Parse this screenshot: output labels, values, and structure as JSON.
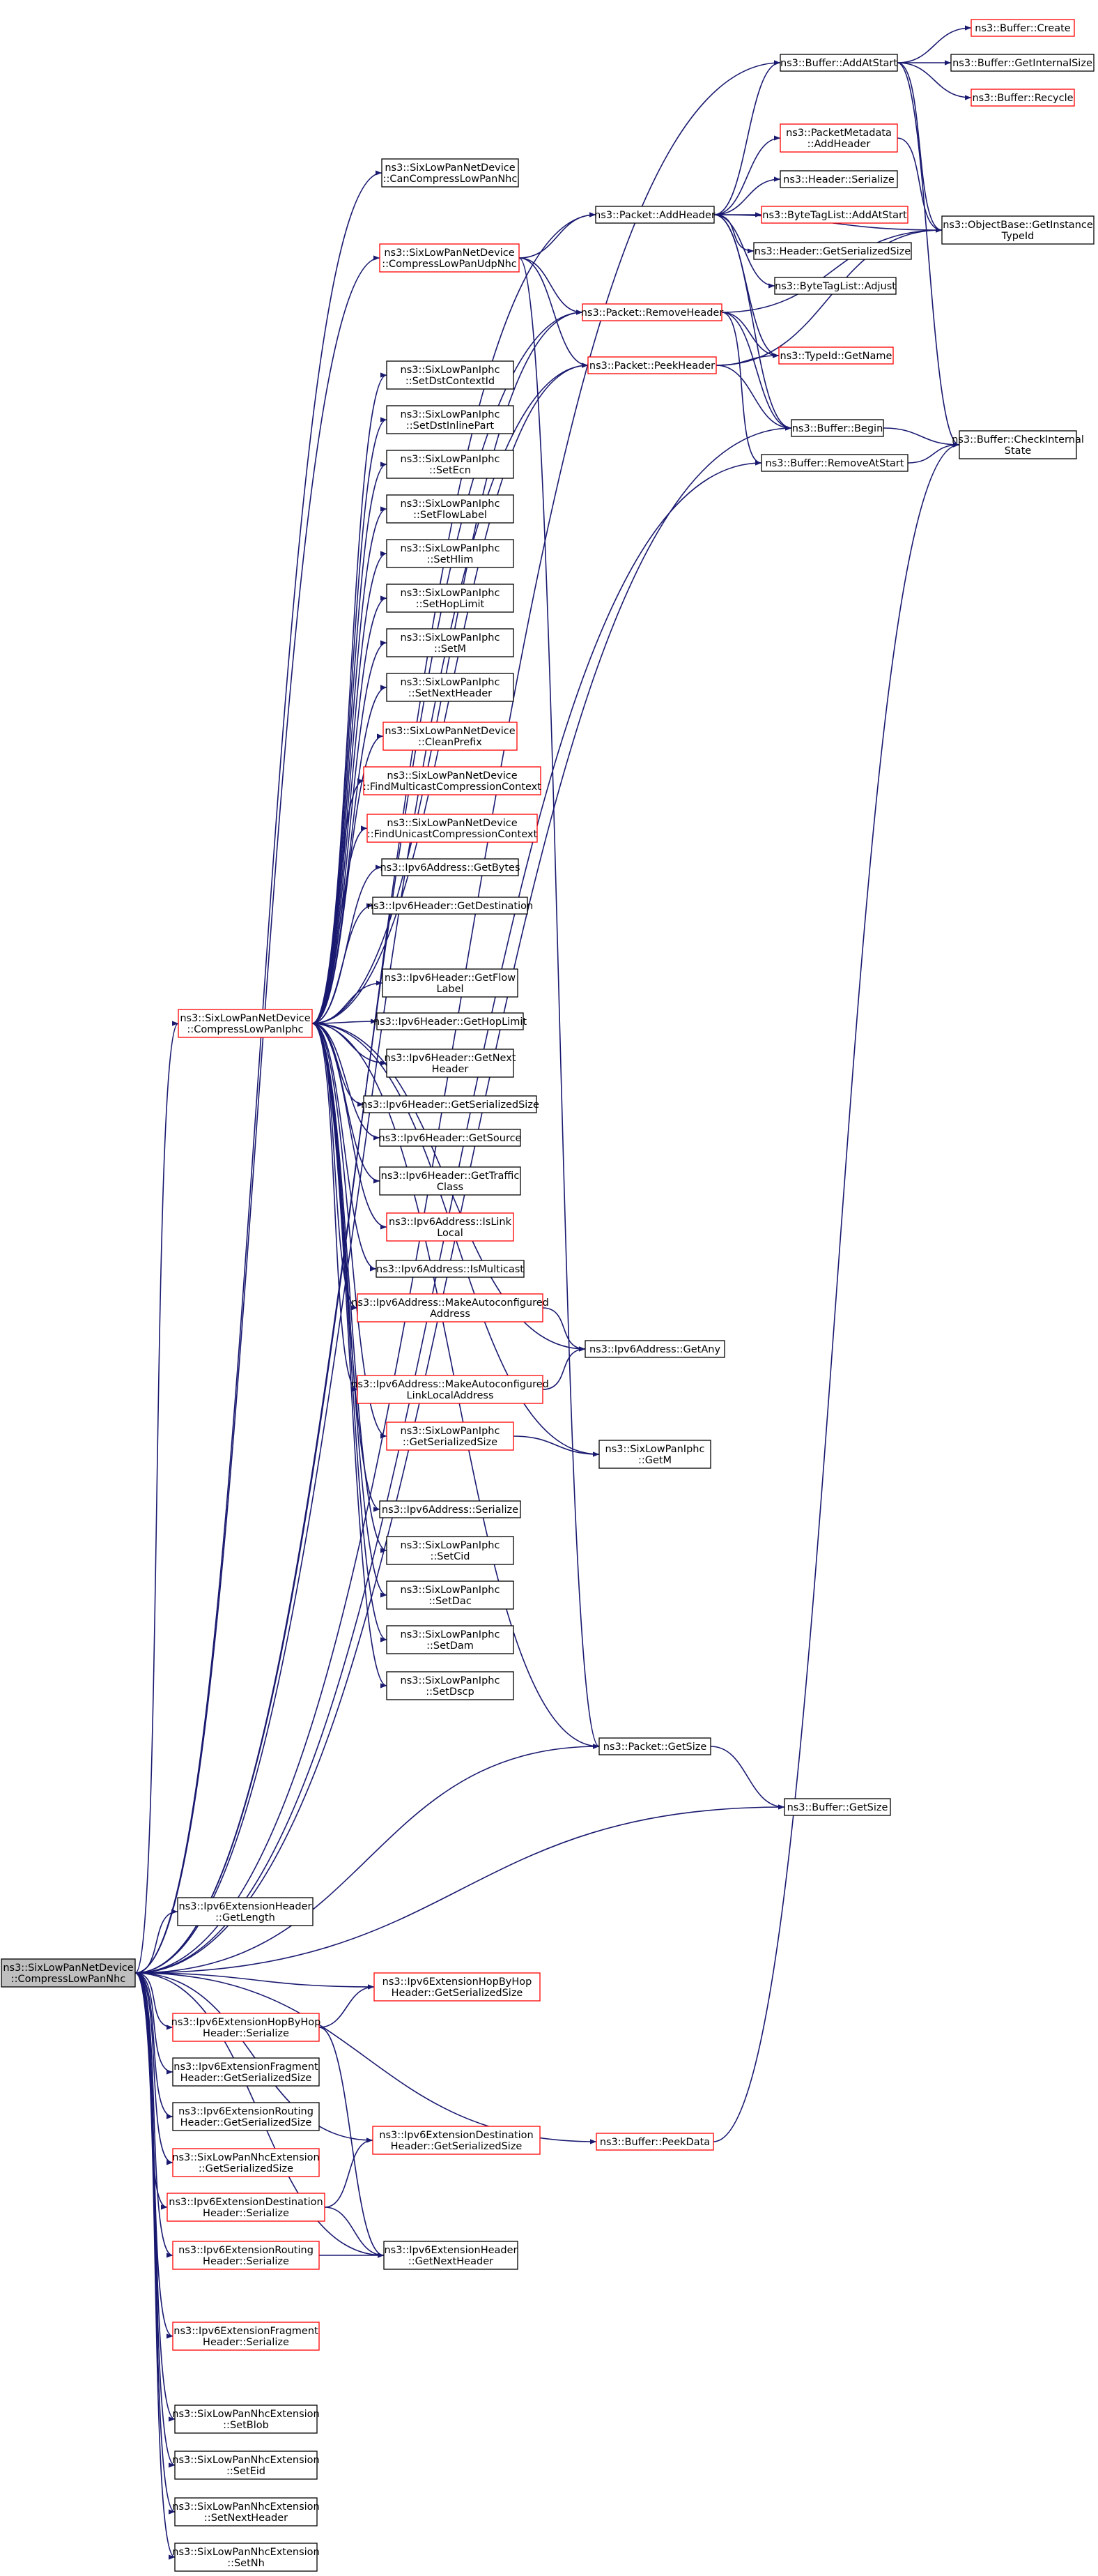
{
  "colors": {
    "edge": "#191970",
    "red": "#ff0000",
    "black": "#000000",
    "root_fill": "#bfbfbf"
  },
  "nodes": {
    "root": {
      "lines": [
        "ns3::SixLowPanNetDevice",
        "::CompressLowPanNhc"
      ],
      "style": "root"
    },
    "addAtStart": {
      "lines": [
        "ns3::Buffer::AddAtStart"
      ],
      "style": "black"
    },
    "bufCreate": {
      "lines": [
        "ns3::Buffer::Create"
      ],
      "style": "red"
    },
    "bufInternalSize": {
      "lines": [
        "ns3::Buffer::GetInternalSize"
      ],
      "style": "black"
    },
    "bufRecycle": {
      "lines": [
        "ns3::Buffer::Recycle"
      ],
      "style": "red"
    },
    "metaAddHeader": {
      "lines": [
        "ns3::PacketMetadata",
        "::AddHeader"
      ],
      "style": "red"
    },
    "hdrSerialize": {
      "lines": [
        "ns3::Header::Serialize"
      ],
      "style": "black"
    },
    "canCompressNhc": {
      "lines": [
        "ns3::SixLowPanNetDevice",
        "::CanCompressLowPanNhc"
      ],
      "style": "black"
    },
    "pktAddHeader": {
      "lines": [
        "ns3::Packet::AddHeader"
      ],
      "style": "black"
    },
    "btlAddAtStart": {
      "lines": [
        "ns3::ByteTagList::AddAtStart"
      ],
      "style": "red"
    },
    "objGetTypeId": {
      "lines": [
        "ns3::ObjectBase::GetInstance",
        "TypeId"
      ],
      "style": "black"
    },
    "hdrSerSize": {
      "lines": [
        "ns3::Header::GetSerializedSize"
      ],
      "style": "black"
    },
    "compressUdpNhc": {
      "lines": [
        "ns3::SixLowPanNetDevice",
        "::CompressLowPanUdpNhc"
      ],
      "style": "red"
    },
    "btlAdjust": {
      "lines": [
        "ns3::ByteTagList::Adjust"
      ],
      "style": "black"
    },
    "pktRemoveHeader": {
      "lines": [
        "ns3::Packet::RemoveHeader"
      ],
      "style": "red"
    },
    "typeIdGetName": {
      "lines": [
        "ns3::TypeId::GetName"
      ],
      "style": "red"
    },
    "pktPeekHeader": {
      "lines": [
        "ns3::Packet::PeekHeader"
      ],
      "style": "red"
    },
    "setDstContextId": {
      "lines": [
        "ns3::SixLowPanIphc",
        "::SetDstContextId"
      ],
      "style": "black"
    },
    "bufBegin": {
      "lines": [
        "ns3::Buffer::Begin"
      ],
      "style": "black"
    },
    "bufCheckState": {
      "lines": [
        "ns3::Buffer::CheckInternal",
        "State"
      ],
      "style": "black"
    },
    "setDstInlinePart": {
      "lines": [
        "ns3::SixLowPanIphc",
        "::SetDstInlinePart"
      ],
      "style": "black"
    },
    "bufRemoveAtStart": {
      "lines": [
        "ns3::Buffer::RemoveAtStart"
      ],
      "style": "black"
    },
    "setEcn": {
      "lines": [
        "ns3::SixLowPanIphc",
        "::SetEcn"
      ],
      "style": "black"
    },
    "setFlowLabel": {
      "lines": [
        "ns3::SixLowPanIphc",
        "::SetFlowLabel"
      ],
      "style": "black"
    },
    "setHlim": {
      "lines": [
        "ns3::SixLowPanIphc",
        "::SetHlim"
      ],
      "style": "black"
    },
    "setHopLimit": {
      "lines": [
        "ns3::SixLowPanIphc",
        "::SetHopLimit"
      ],
      "style": "black"
    },
    "setM": {
      "lines": [
        "ns3::SixLowPanIphc",
        "::SetM"
      ],
      "style": "black"
    },
    "setNextHeader": {
      "lines": [
        "ns3::SixLowPanIphc",
        "::SetNextHeader"
      ],
      "style": "black"
    },
    "cleanPrefix": {
      "lines": [
        "ns3::SixLowPanNetDevice",
        "::CleanPrefix"
      ],
      "style": "red"
    },
    "findMcastCtx": {
      "lines": [
        "ns3::SixLowPanNetDevice",
        "::FindMulticastCompressionContext"
      ],
      "style": "red"
    },
    "findUcastCtx": {
      "lines": [
        "ns3::SixLowPanNetDevice",
        "::FindUnicastCompressionContext"
      ],
      "style": "red"
    },
    "v6GetBytes": {
      "lines": [
        "ns3::Ipv6Address::GetBytes"
      ],
      "style": "black"
    },
    "v6HdrGetDest": {
      "lines": [
        "ns3::Ipv6Header::GetDestination"
      ],
      "style": "black"
    },
    "v6HdrGetFlowLabel": {
      "lines": [
        "ns3::Ipv6Header::GetFlow",
        "Label"
      ],
      "style": "black"
    },
    "compressIphc": {
      "lines": [
        "ns3::SixLowPanNetDevice",
        "::CompressLowPanIphc"
      ],
      "style": "red"
    },
    "v6HdrGetHopLimit": {
      "lines": [
        "ns3::Ipv6Header::GetHopLimit"
      ],
      "style": "black"
    },
    "v6HdrGetNext": {
      "lines": [
        "ns3::Ipv6Header::GetNext",
        "Header"
      ],
      "style": "black"
    },
    "v6HdrGetSerSize": {
      "lines": [
        "ns3::Ipv6Header::GetSerializedSize"
      ],
      "style": "black"
    },
    "v6HdrGetSource": {
      "lines": [
        "ns3::Ipv6Header::GetSource"
      ],
      "style": "black"
    },
    "v6HdrGetTraffic": {
      "lines": [
        "ns3::Ipv6Header::GetTraffic",
        "Class"
      ],
      "style": "black"
    },
    "v6IsLinkLocal": {
      "lines": [
        "ns3::Ipv6Address::IsLink",
        "Local"
      ],
      "style": "red"
    },
    "v6IsMulticast": {
      "lines": [
        "ns3::Ipv6Address::IsMulticast"
      ],
      "style": "black"
    },
    "v6MakeAutoAddr": {
      "lines": [
        "ns3::Ipv6Address::MakeAutoconfigured",
        "Address"
      ],
      "style": "red"
    },
    "v6GetAny": {
      "lines": [
        "ns3::Ipv6Address::GetAny"
      ],
      "style": "black"
    },
    "v6MakeAutoLL": {
      "lines": [
        "ns3::Ipv6Address::MakeAutoconfigured",
        "LinkLocalAddress"
      ],
      "style": "red"
    },
    "iphcGetSerSize": {
      "lines": [
        "ns3::SixLowPanIphc",
        "::GetSerializedSize"
      ],
      "style": "red"
    },
    "iphcGetM": {
      "lines": [
        "ns3::SixLowPanIphc",
        "::GetM"
      ],
      "style": "black"
    },
    "v6Serialize": {
      "lines": [
        "ns3::Ipv6Address::Serialize"
      ],
      "style": "black"
    },
    "setCid": {
      "lines": [
        "ns3::SixLowPanIphc",
        "::SetCid"
      ],
      "style": "black"
    },
    "setDac": {
      "lines": [
        "ns3::SixLowPanIphc",
        "::SetDac"
      ],
      "style": "black"
    },
    "setDam": {
      "lines": [
        "ns3::SixLowPanIphc",
        "::SetDam"
      ],
      "style": "black"
    },
    "setDscp": {
      "lines": [
        "ns3::SixLowPanIphc",
        "::SetDscp"
      ],
      "style": "black"
    },
    "pktGetSize": {
      "lines": [
        "ns3::Packet::GetSize"
      ],
      "style": "black"
    },
    "bufGetSize": {
      "lines": [
        "ns3::Buffer::GetSize"
      ],
      "style": "black"
    },
    "extHdrGetLength": {
      "lines": [
        "ns3::Ipv6ExtensionHeader",
        "::GetLength"
      ],
      "style": "black"
    },
    "hbhGetSerSize": {
      "lines": [
        "ns3::Ipv6ExtensionHopByHop",
        "Header::GetSerializedSize"
      ],
      "style": "red"
    },
    "hbhSerialize": {
      "lines": [
        "ns3::Ipv6ExtensionHopByHop",
        "Header::Serialize"
      ],
      "style": "red"
    },
    "fragGetSerSize": {
      "lines": [
        "ns3::Ipv6ExtensionFragment",
        "Header::GetSerializedSize"
      ],
      "style": "black"
    },
    "routGetSerSize": {
      "lines": [
        "ns3::Ipv6ExtensionRouting",
        "Header::GetSerializedSize"
      ],
      "style": "black"
    },
    "destGetSerSize": {
      "lines": [
        "ns3::Ipv6ExtensionDestination",
        "Header::GetSerializedSize"
      ],
      "style": "red"
    },
    "bufPeekData": {
      "lines": [
        "ns3::Buffer::PeekData"
      ],
      "style": "red"
    },
    "nhcExtGetSerSize": {
      "lines": [
        "ns3::SixLowPanNhcExtension",
        "::GetSerializedSize"
      ],
      "style": "red"
    },
    "destSerialize": {
      "lines": [
        "ns3::Ipv6ExtensionDestination",
        "Header::Serialize"
      ],
      "style": "red"
    },
    "routSerialize": {
      "lines": [
        "ns3::Ipv6ExtensionRouting",
        "Header::Serialize"
      ],
      "style": "red"
    },
    "extHdrGetNext": {
      "lines": [
        "ns3::Ipv6ExtensionHeader",
        "::GetNextHeader"
      ],
      "style": "black"
    },
    "fragSerialize": {
      "lines": [
        "ns3::Ipv6ExtensionFragment",
        "Header::Serialize"
      ],
      "style": "red"
    },
    "nhcSetBlob": {
      "lines": [
        "ns3::SixLowPanNhcExtension",
        "::SetBlob"
      ],
      "style": "black"
    },
    "nhcSetEid": {
      "lines": [
        "ns3::SixLowPanNhcExtension",
        "::SetEid"
      ],
      "style": "black"
    },
    "nhcSetNextHeader": {
      "lines": [
        "ns3::SixLowPanNhcExtension",
        "::SetNextHeader"
      ],
      "style": "black"
    },
    "nhcSetNh": {
      "lines": [
        "ns3::SixLowPanNhcExtension",
        "::SetNh"
      ],
      "style": "black"
    }
  },
  "edges": [
    [
      "root",
      "addAtStart"
    ],
    [
      "root",
      "canCompressNhc"
    ],
    [
      "root",
      "pktAddHeader"
    ],
    [
      "root",
      "compressUdpNhc"
    ],
    [
      "root",
      "pktRemoveHeader"
    ],
    [
      "root",
      "pktPeekHeader"
    ],
    [
      "root",
      "bufBegin"
    ],
    [
      "root",
      "bufRemoveAtStart"
    ],
    [
      "root",
      "compressIphc"
    ],
    [
      "root",
      "pktGetSize"
    ],
    [
      "root",
      "bufGetSize"
    ],
    [
      "root",
      "extHdrGetLength"
    ],
    [
      "root",
      "hbhGetSerSize"
    ],
    [
      "root",
      "hbhSerialize"
    ],
    [
      "root",
      "fragGetSerSize"
    ],
    [
      "root",
      "routGetSerSize"
    ],
    [
      "root",
      "destGetSerSize"
    ],
    [
      "root",
      "bufPeekData"
    ],
    [
      "root",
      "nhcExtGetSerSize"
    ],
    [
      "root",
      "destSerialize"
    ],
    [
      "root",
      "routSerialize"
    ],
    [
      "root",
      "extHdrGetNext"
    ],
    [
      "root",
      "fragSerialize"
    ],
    [
      "root",
      "nhcSetBlob"
    ],
    [
      "root",
      "nhcSetEid"
    ],
    [
      "root",
      "nhcSetNextHeader"
    ],
    [
      "root",
      "nhcSetNh"
    ],
    [
      "addAtStart",
      "bufCreate"
    ],
    [
      "addAtStart",
      "bufInternalSize"
    ],
    [
      "addAtStart",
      "bufRecycle"
    ],
    [
      "addAtStart",
      "objGetTypeId"
    ],
    [
      "addAtStart",
      "bufCheckState"
    ],
    [
      "pktAddHeader",
      "addAtStart"
    ],
    [
      "pktAddHeader",
      "metaAddHeader"
    ],
    [
      "pktAddHeader",
      "hdrSerialize"
    ],
    [
      "pktAddHeader",
      "btlAddAtStart"
    ],
    [
      "pktAddHeader",
      "objGetTypeId"
    ],
    [
      "pktAddHeader",
      "hdrSerSize"
    ],
    [
      "pktAddHeader",
      "btlAdjust"
    ],
    [
      "pktAddHeader",
      "typeIdGetName"
    ],
    [
      "pktAddHeader",
      "bufBegin"
    ],
    [
      "metaAddHeader",
      "objGetTypeId"
    ],
    [
      "compressUdpNhc",
      "pktAddHeader"
    ],
    [
      "compressUdpNhc",
      "pktRemoveHeader"
    ],
    [
      "compressUdpNhc",
      "pktGetSize"
    ],
    [
      "compressUdpNhc",
      "pktPeekHeader"
    ],
    [
      "pktRemoveHeader",
      "objGetTypeId"
    ],
    [
      "pktRemoveHeader",
      "typeIdGetName"
    ],
    [
      "pktRemoveHeader",
      "bufBegin"
    ],
    [
      "pktRemoveHeader",
      "bufRemoveAtStart"
    ],
    [
      "pktPeekHeader",
      "objGetTypeId"
    ],
    [
      "pktPeekHeader",
      "typeIdGetName"
    ],
    [
      "pktPeekHeader",
      "bufBegin"
    ],
    [
      "bufBegin",
      "bufCheckState"
    ],
    [
      "bufRemoveAtStart",
      "bufCheckState"
    ],
    [
      "compressIphc",
      "pktRemoveHeader"
    ],
    [
      "compressIphc",
      "pktPeekHeader"
    ],
    [
      "compressIphc",
      "setDstContextId"
    ],
    [
      "compressIphc",
      "setDstInlinePart"
    ],
    [
      "compressIphc",
      "setEcn"
    ],
    [
      "compressIphc",
      "setFlowLabel"
    ],
    [
      "compressIphc",
      "setHlim"
    ],
    [
      "compressIphc",
      "setHopLimit"
    ],
    [
      "compressIphc",
      "setM"
    ],
    [
      "compressIphc",
      "setNextHeader"
    ],
    [
      "compressIphc",
      "cleanPrefix"
    ],
    [
      "compressIphc",
      "findMcastCtx"
    ],
    [
      "compressIphc",
      "findUcastCtx"
    ],
    [
      "compressIphc",
      "v6GetBytes"
    ],
    [
      "compressIphc",
      "v6HdrGetDest"
    ],
    [
      "compressIphc",
      "v6HdrGetFlowLabel"
    ],
    [
      "compressIphc",
      "v6HdrGetHopLimit"
    ],
    [
      "compressIphc",
      "v6HdrGetNext"
    ],
    [
      "compressIphc",
      "v6HdrGetSerSize"
    ],
    [
      "compressIphc",
      "v6HdrGetSource"
    ],
    [
      "compressIphc",
      "v6HdrGetTraffic"
    ],
    [
      "compressIphc",
      "v6IsLinkLocal"
    ],
    [
      "compressIphc",
      "v6IsMulticast"
    ],
    [
      "compressIphc",
      "v6MakeAutoAddr"
    ],
    [
      "compressIphc",
      "v6GetAny"
    ],
    [
      "compressIphc",
      "v6MakeAutoLL"
    ],
    [
      "compressIphc",
      "iphcGetSerSize"
    ],
    [
      "compressIphc",
      "iphcGetM"
    ],
    [
      "compressIphc",
      "v6Serialize"
    ],
    [
      "compressIphc",
      "setCid"
    ],
    [
      "compressIphc",
      "setDac"
    ],
    [
      "compressIphc",
      "setDam"
    ],
    [
      "compressIphc",
      "setDscp"
    ],
    [
      "compressIphc",
      "pktGetSize"
    ],
    [
      "v6MakeAutoAddr",
      "v6GetAny"
    ],
    [
      "v6MakeAutoLL",
      "v6GetAny"
    ],
    [
      "iphcGetSerSize",
      "iphcGetM"
    ],
    [
      "pktGetSize",
      "bufGetSize"
    ],
    [
      "hbhSerialize",
      "hbhGetSerSize"
    ],
    [
      "hbhSerialize",
      "extHdrGetNext"
    ],
    [
      "destSerialize",
      "destGetSerSize"
    ],
    [
      "destSerialize",
      "extHdrGetNext"
    ],
    [
      "routSerialize",
      "extHdrGetNext"
    ],
    [
      "bufPeekData",
      "bufCheckState"
    ]
  ]
}
